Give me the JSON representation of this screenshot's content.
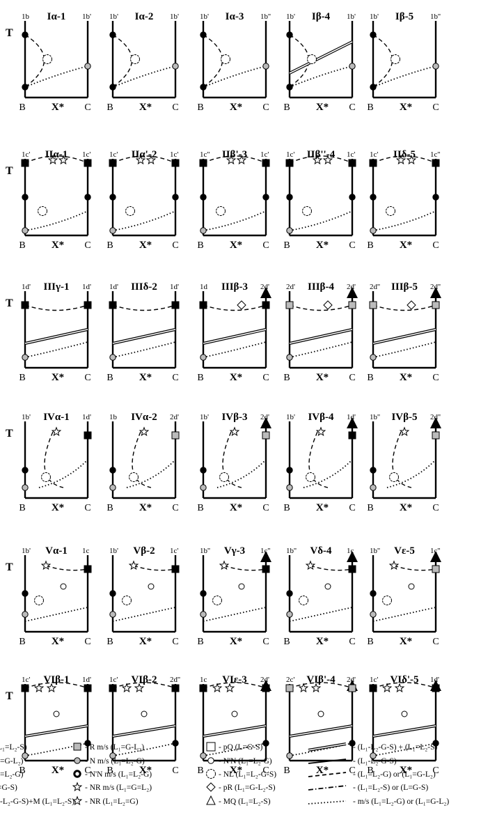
{
  "figure": {
    "axis": {
      "y_label": "T",
      "x_left": "B",
      "x_mid": "X*",
      "x_right": "C"
    },
    "panels": [
      [
        "Iα-1",
        "1b",
        "1b'"
      ],
      [
        "Iα-2",
        "1b'",
        "1b'"
      ],
      [
        "Iα-3",
        "1b'",
        "1b''"
      ],
      [
        "Iβ-4",
        "1b'",
        "1b'"
      ],
      [
        "Iβ-5",
        "1b'",
        "1b''"
      ],
      [
        "IIα-1",
        "1c'",
        "1c'"
      ],
      [
        "IIα'-2",
        "1c'",
        "1c'"
      ],
      [
        "IIβ'-3",
        "1c''",
        "1c'"
      ],
      [
        "IIβ''-4",
        "1c'",
        "1c'"
      ],
      [
        "IIδ-5",
        "1c'",
        "1c''"
      ],
      [
        "IIIγ-1",
        "1d'",
        "1d'"
      ],
      [
        "IIIδ-2",
        "1d'",
        "1d'"
      ],
      [
        "IIIβ-3",
        "1d",
        "2d'"
      ],
      [
        "IIIβ-4",
        "2d'",
        "2d'"
      ],
      [
        "IIIβ-5",
        "2d''",
        "2d''"
      ],
      [
        "IVα-1",
        "1b'",
        "1d'"
      ],
      [
        "IVα-2",
        "1b",
        "2d'"
      ],
      [
        "IVβ-3",
        "1b'",
        "2d'"
      ],
      [
        "IVβ-4",
        "1b'",
        "1d'"
      ],
      [
        "IVβ-5",
        "1b''",
        "2d''"
      ],
      [
        "Vα-1",
        "1b'",
        "1c"
      ],
      [
        "Vβ-2",
        "1b'",
        "1c'"
      ],
      [
        "Vγ-3",
        "1b''",
        "1c''"
      ],
      [
        "Vδ-4",
        "1b''",
        "1c"
      ],
      [
        "Vε-5",
        "1b''",
        "1c''"
      ],
      [
        "VIβ-1",
        "1c'",
        "1d'"
      ],
      [
        "VIβ-2",
        "1c'",
        "2d''"
      ],
      [
        "VIε-3",
        "1c",
        "2d'"
      ],
      [
        "VIβ'-4",
        "2c'",
        "2d'"
      ],
      [
        "VIδ'-5",
        "1c'",
        "1d'"
      ]
    ],
    "legend": [
      [
        "dot-black",
        "L₁=L₂-S)"
      ],
      [
        "dot-grey",
        "₁=G-L₂)"
      ],
      [
        "dot-grey",
        "₁=L₂-G)"
      ],
      [
        "dot-grey",
        "=G-S)"
      ],
      [
        "dot-black",
        "₁-L₂-G-S)+M (L₁=L₂-S)"
      ],
      [
        "square-grey",
        "- R m/s (L₁=G-L₂)"
      ],
      [
        "circle-grey",
        "- N m/s (L₁=L₂-G)"
      ],
      [
        "circle-bold",
        "- N'N m/s (L₁=L₂-G)"
      ],
      [
        "star-bold",
        "- NR m/s (L₁=G=L₂)"
      ],
      [
        "star-plain",
        "- NR (L₁=L₂=G)"
      ],
      [
        "square-open",
        "- pQ (L=G-S)"
      ],
      [
        "circle-open",
        "- N'N (L₁=L₂-G)"
      ],
      [
        "flower-open",
        "- NL (L₁=L₂-G-S)"
      ],
      [
        "diamond-open",
        "- pR (L₁=G-L₂-S)"
      ],
      [
        "triangle-open",
        "- MQ (L₁=L₂-S)"
      ],
      [
        "line-double",
        "- (L₁-L₂-G-S) + (L₁=L₂-S)"
      ],
      [
        "line-solid",
        "- (L₁-L₂-G-S)"
      ],
      [
        "line-dash",
        "- (L₁=L₂-G) or (L₁=G-L₂)"
      ],
      [
        "line-dashdot",
        "- (L₁=L₂-S) or (L=G-S)"
      ],
      [
        "line-dotted",
        "- m/s (L₁=L₂-G) or (L₁=G-L₂)"
      ]
    ]
  }
}
